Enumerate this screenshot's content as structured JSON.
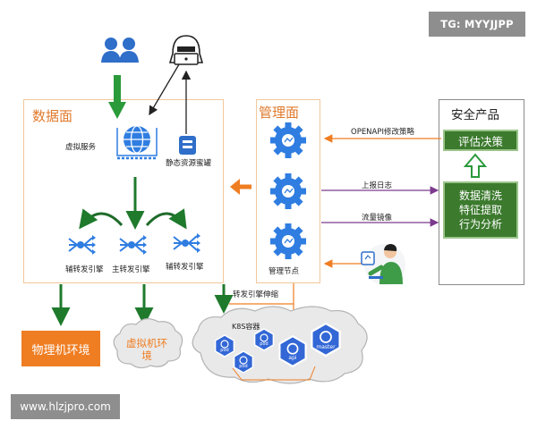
{
  "watermarks": {
    "top": "TG: MYYJJPP",
    "bottom": "www.hlzjpro.com"
  },
  "data_plane": {
    "title": "数据面",
    "virtual_service": "虚拟服务",
    "static_honeypot": "静态资源蜜罐",
    "engines": [
      "辅转发引擎",
      "主转发引擎",
      "辅转发引擎"
    ]
  },
  "mgmt_plane": {
    "title": "管理面",
    "node_label": "管理节点"
  },
  "security_product": {
    "title": "安全产品",
    "evaluate": "评估决策",
    "analysis_lines": [
      "数据清洗",
      "特征提取",
      "行为分析"
    ]
  },
  "flows": {
    "openapi": "OPENAPI修改策略",
    "report_log": "上报日志",
    "traffic_mirror": "流量镜像",
    "engine_scaling": "转发引擎伸缩"
  },
  "environments": {
    "physical": "物理机环境",
    "virtual": "虚拟机环境",
    "k8s": "K8S容器"
  },
  "k8s_nodes": [
    "pod",
    "pod",
    "pod",
    "api",
    "master"
  ],
  "colors": {
    "orange": "#ef7d22",
    "green": "#3c7a2e",
    "blue": "#2f7de1",
    "purple": "#7b3a8c",
    "panel_border": "#f1c79a"
  }
}
